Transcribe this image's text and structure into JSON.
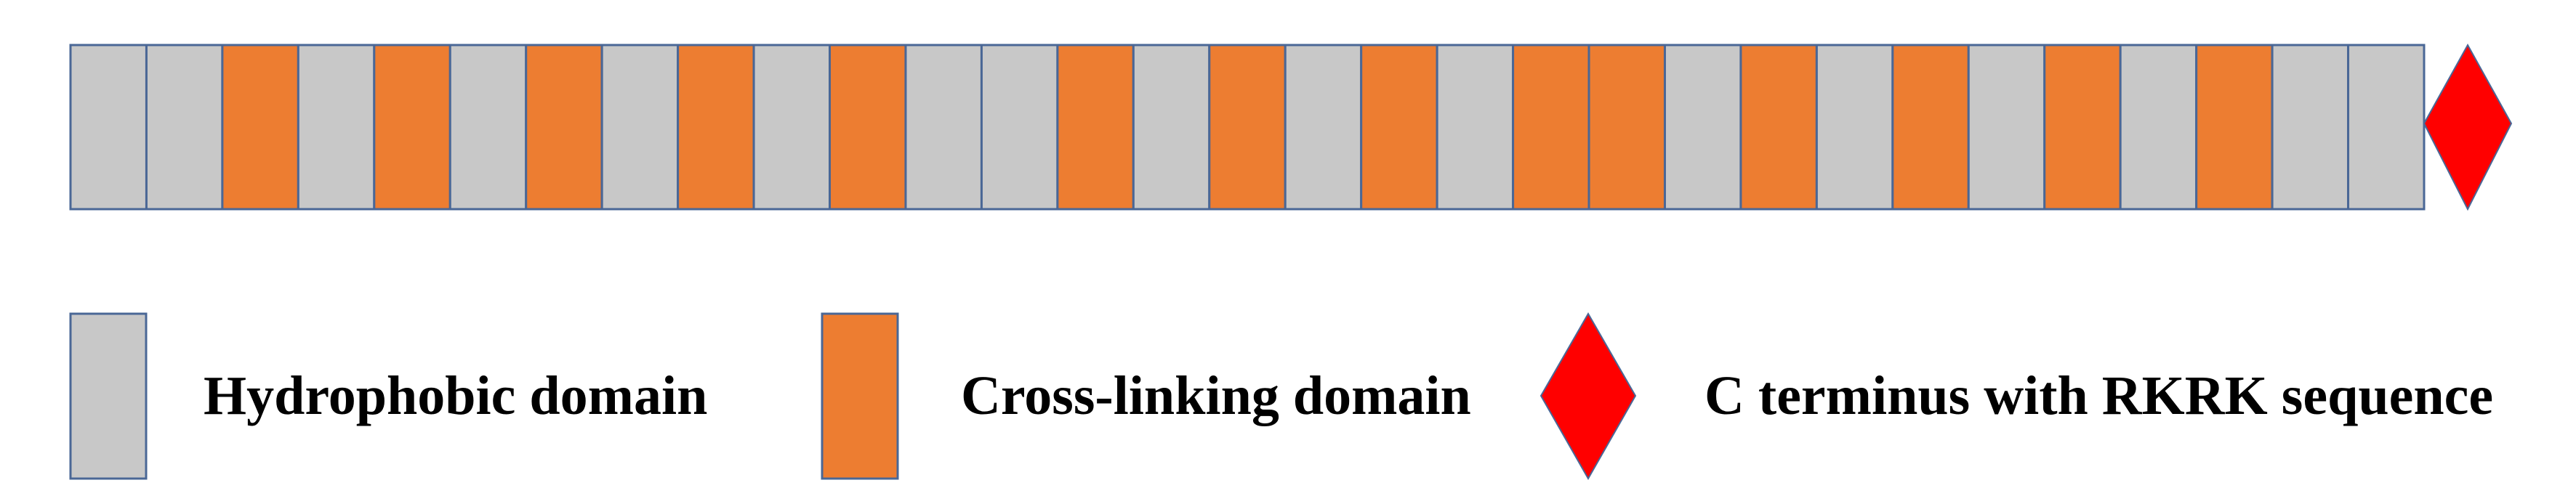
{
  "colors": {
    "hydrophobic": "#c8c8c8",
    "cross_linking": "#ed7d31",
    "c_terminus": "#ff0000",
    "outline": "#4a6796"
  },
  "sequence": [
    "hydrophobic",
    "hydrophobic",
    "cross-linking",
    "hydrophobic",
    "cross-linking",
    "hydrophobic",
    "cross-linking",
    "hydrophobic",
    "cross-linking",
    "hydrophobic",
    "cross-linking",
    "hydrophobic",
    "hydrophobic",
    "cross-linking",
    "hydrophobic",
    "cross-linking",
    "hydrophobic",
    "cross-linking",
    "hydrophobic",
    "cross-linking",
    "cross-linking",
    "hydrophobic",
    "cross-linking",
    "hydrophobic",
    "cross-linking",
    "hydrophobic",
    "cross-linking",
    "hydrophobic",
    "cross-linking",
    "hydrophobic",
    "hydrophobic"
  ],
  "terminus_icon": "red-diamond",
  "legend": {
    "hydrophobic_label": "Hydrophobic domain",
    "cross_linking_label": "Cross-linking domain",
    "c_terminus_label": "C terminus with RKRK sequence"
  }
}
